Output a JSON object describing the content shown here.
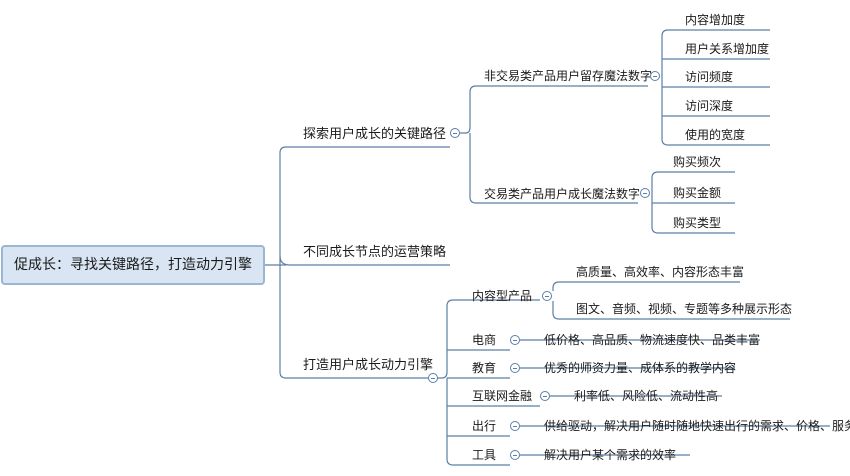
{
  "root": "促成长：寻找关键路径，打造动力引擎",
  "branches": [
    {
      "label": "探索用户成长的关键路径",
      "children": [
        {
          "label": "非交易类产品用户留存魔法数字",
          "children": [
            "内容增加度",
            "用户关系增加度",
            "访问频度",
            "访问深度",
            "使用的宽度"
          ]
        },
        {
          "label": "交易类产品用户成长魔法数字",
          "children": [
            "购买频次",
            "购买金额",
            "购买类型"
          ]
        }
      ]
    },
    {
      "label": "不同成长节点的运营策略",
      "children": []
    },
    {
      "label": "打造用户成长动力引擎",
      "children": [
        {
          "label": "内容型产品",
          "children": [
            "高质量、高效率、内容形态丰富",
            "图文、音频、视频、专题等多种展示形态"
          ]
        },
        {
          "label": "电商",
          "children": [
            "低价格、高品质、物流速度快、品类丰富"
          ]
        },
        {
          "label": "教育",
          "children": [
            "优秀的师资力量、成体系的教学内容"
          ]
        },
        {
          "label": "互联网金融",
          "children": [
            "利率低、风险低、流动性高"
          ]
        },
        {
          "label": "出行",
          "children": [
            "供给驱动，解决用户随时随地快速出行的需求、价格、服务"
          ]
        },
        {
          "label": "工具",
          "children": [
            "解决用户某个需求的效率"
          ]
        }
      ]
    }
  ],
  "colors": {
    "line": "#5b7fa8",
    "root_fill": "#d9e5f3",
    "root_border": "#9cb5d3"
  }
}
